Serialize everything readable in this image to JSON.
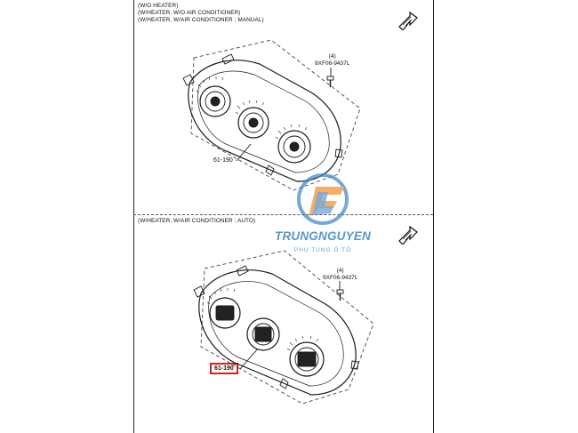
{
  "top_section": {
    "conditions": [
      "(W/O HEATER)",
      "(W/HEATER, W/O AIR CONDITIONER)",
      "(W/HEATER, W/AIR CONDITIONER ; MANUAL)"
    ],
    "part_qty": "(4)",
    "part_number": "9XF06-9437L",
    "ref_label": "61-190"
  },
  "bottom_section": {
    "condition": "(W/HEATER, W/AIR CONDITIONER ; AUTO)",
    "part_qty": "(4)",
    "part_number": "9XF06-9437L",
    "ref_label": "61-190"
  },
  "watermark": {
    "brand": "TRUNGNGUYEN",
    "tagline": "PHỤ TÙNG Ô TÔ"
  },
  "colors": {
    "highlight": "#d9201c",
    "watermark_blue": "#3a86c6",
    "watermark_orange": "#f28c28"
  },
  "icons": [
    "front-direction-arrow-icon",
    "screw-icon",
    "trungnguyen-logo-icon"
  ]
}
